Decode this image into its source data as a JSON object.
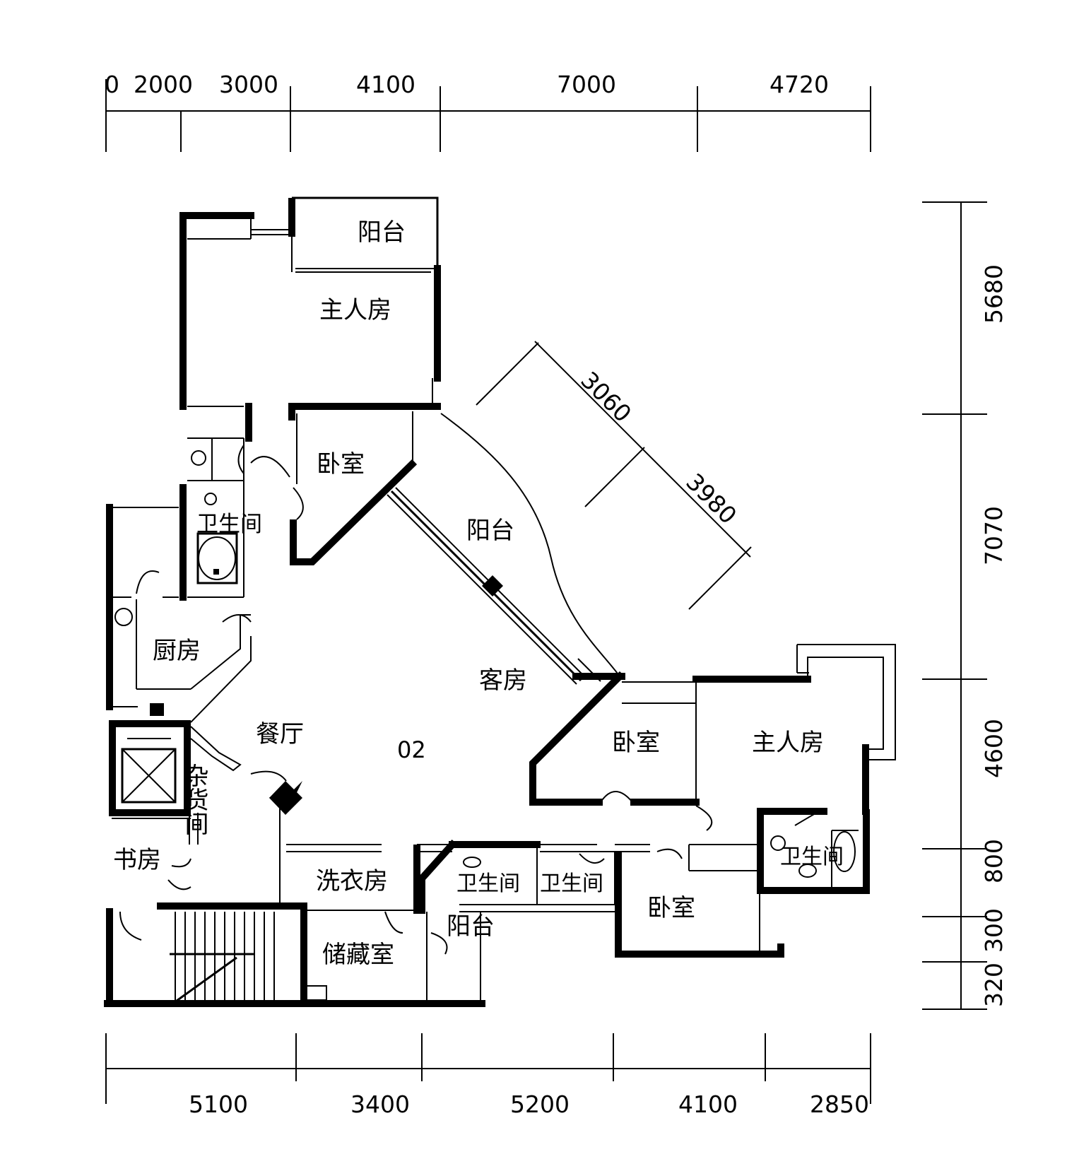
{
  "dimensions": {
    "top": [
      "0",
      "2000",
      "3000",
      "4100",
      "7000",
      "4720"
    ],
    "bottom": [
      "5100",
      "3400",
      "5200",
      "4100",
      "2850"
    ],
    "right": [
      "5680",
      "7070",
      "4600",
      "800",
      "300",
      "320"
    ],
    "diagonal": [
      "3060",
      "3980"
    ]
  },
  "rooms": {
    "balcony_top": "阳台",
    "master_top": "主人房",
    "bedroom_left": "卧室",
    "balcony_mid": "阳台",
    "bath_left": "卫生间",
    "kitchen": "厨房",
    "guest_room": "客房",
    "dining": "餐厅",
    "unit_no": "02",
    "storage_misc": "杂货间",
    "study": "书房",
    "laundry": "洗衣房",
    "storeroom": "储藏室",
    "bath_mid1": "卫生间",
    "bath_mid2": "卫生间",
    "balcony_bottom": "阳台",
    "bedroom_mid": "卧室",
    "master_right": "主人房",
    "bedroom_bottom": "卧室",
    "bath_right": "卫生间"
  }
}
